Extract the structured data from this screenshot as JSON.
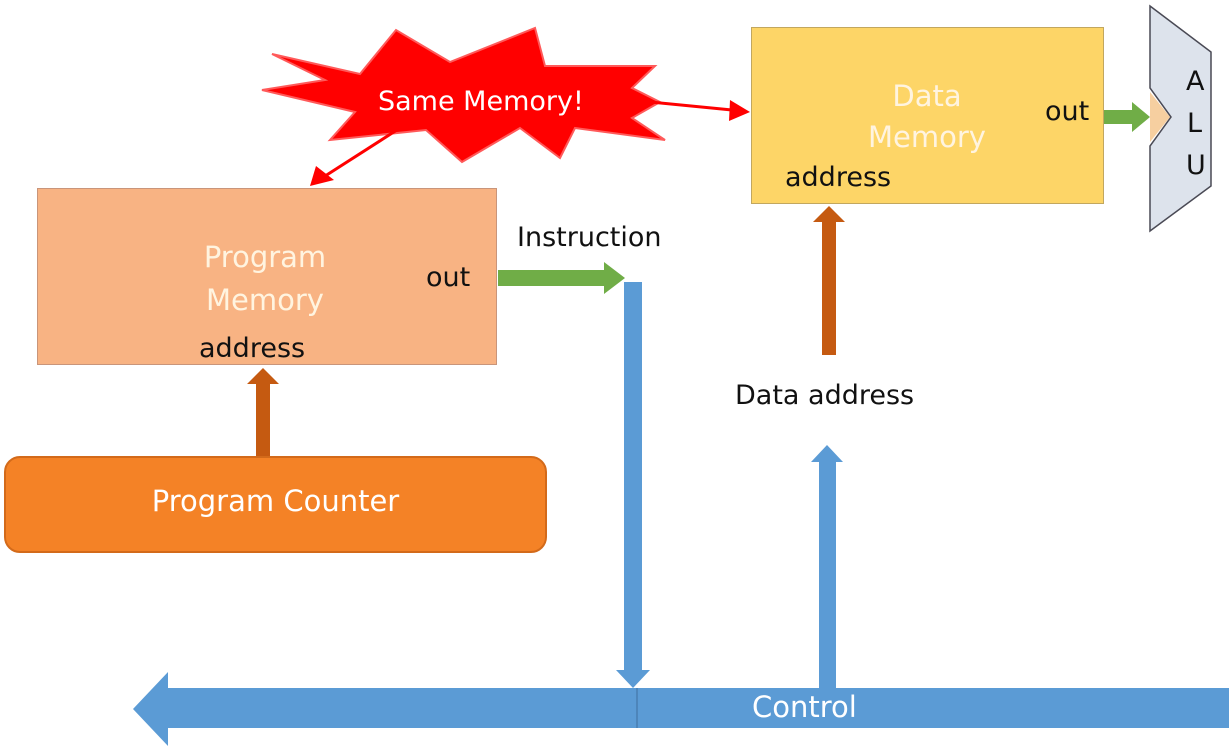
{
  "callout": {
    "text": "Same Memory!"
  },
  "program_memory": {
    "title_line1": "Program",
    "title_line2": "Memory",
    "out_label": "out",
    "address_label": "address"
  },
  "data_memory": {
    "title_line1": "Data",
    "title_line2": "Memory",
    "out_label": "out",
    "address_label": "address"
  },
  "program_counter": {
    "label": "Program Counter"
  },
  "alu": {
    "letters": [
      "A",
      "L",
      "U"
    ]
  },
  "labels": {
    "instruction": "Instruction",
    "data_address": "Data address",
    "control": "Control"
  },
  "colors": {
    "program_memory": "#f8b383",
    "data_memory": "#fdd567",
    "program_counter": "#f48226",
    "bus_blue": "#5b9bd5",
    "arrow_orange": "#c55a11",
    "arrow_green": "#70ad47",
    "burst_red": "#ff0000",
    "alu_fill": "#dde3ec"
  }
}
